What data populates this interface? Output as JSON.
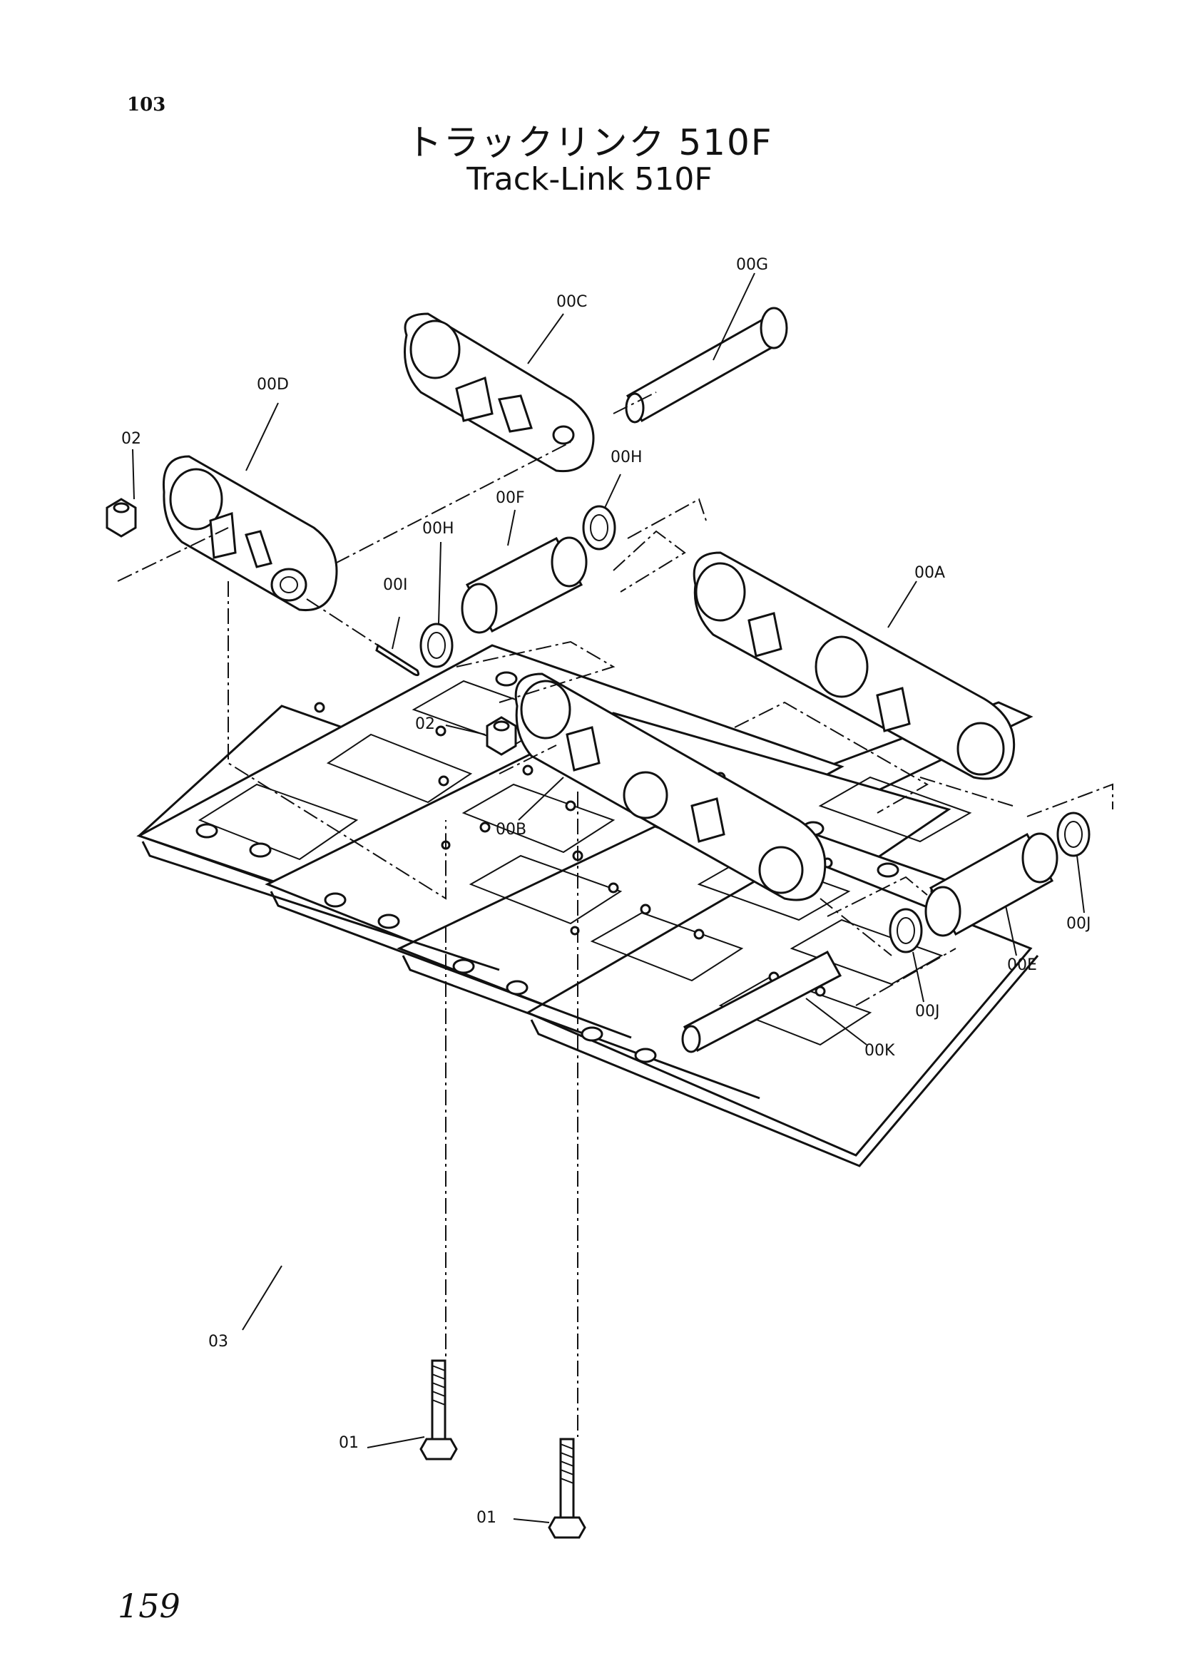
{
  "page_number": "103",
  "title_ja": "トラックリンク 510F",
  "title_en": "Track-Link 510F",
  "handwritten_note": "159",
  "callouts": [
    "00G",
    "00C",
    "00D",
    "02",
    "00H",
    "00F",
    "00H",
    "00I",
    "00A",
    "02",
    "00B",
    "00J",
    "00E",
    "00J",
    "00K",
    "03",
    "01",
    "01"
  ]
}
